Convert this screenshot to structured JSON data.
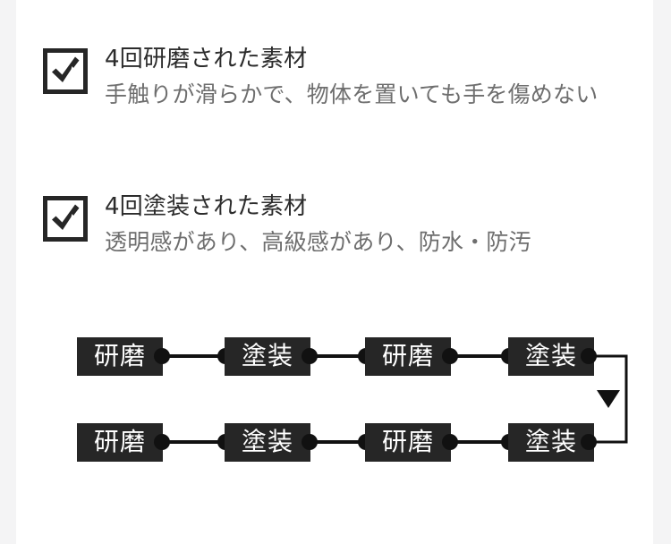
{
  "theme": {
    "page_background": "#f4f4f5",
    "card_background": "#ffffff",
    "title_color": "#2c2c2c",
    "description_color": "#6e6e6e",
    "box_fill": "#262626",
    "box_text_color": "#ffffff",
    "connector_color": "#111111"
  },
  "features": [
    {
      "icon": "checkbox-checked-icon",
      "title": "4回研磨された素材",
      "description": "手触りが滑らかで、物体を置いても手を傷めない"
    },
    {
      "icon": "checkbox-checked-icon",
      "title": "4回塗装された素材",
      "description": "透明感があり、高級感があり、防水・防汚"
    }
  ],
  "flow_diagram": {
    "rows": [
      {
        "steps": [
          {
            "label": "研磨"
          },
          {
            "label": "塗装"
          },
          {
            "label": "研磨"
          },
          {
            "label": "塗装"
          }
        ]
      },
      {
        "steps": [
          {
            "label": "研磨"
          },
          {
            "label": "塗装"
          },
          {
            "label": "研磨"
          },
          {
            "label": "塗装"
          }
        ]
      }
    ],
    "wrap_connector": {
      "arrow_icon": "triangle-down-icon"
    }
  }
}
